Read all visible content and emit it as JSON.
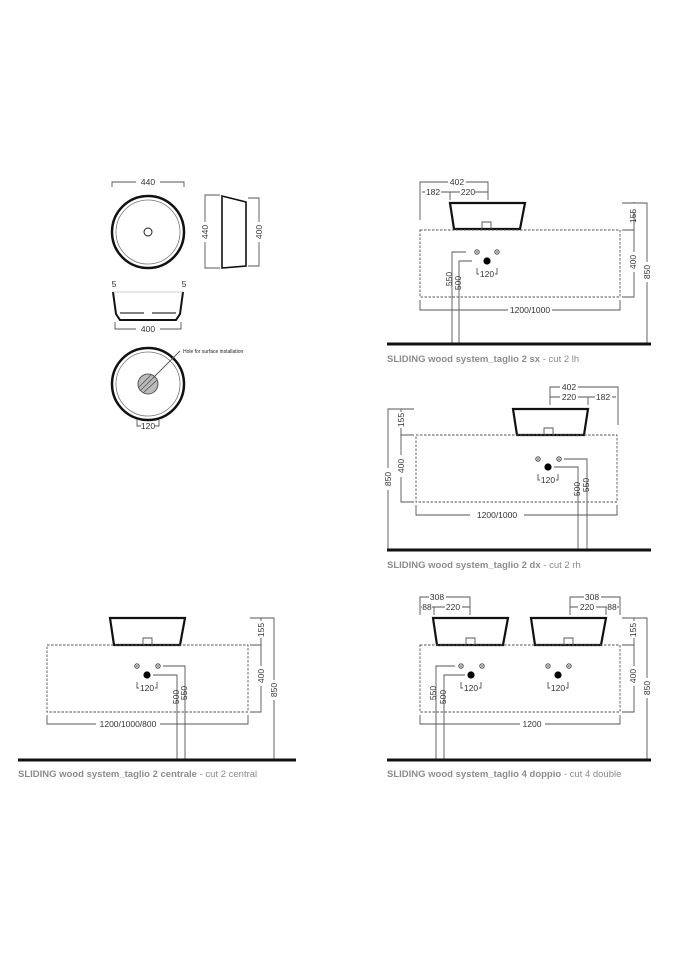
{
  "basin_views": {
    "top_width": "440",
    "side_depth": "440",
    "side_height": "400",
    "edge_left": "5",
    "edge_right": "5",
    "front_width": "400",
    "hole_note": "Hole for surface installation",
    "hole_spacing": "120"
  },
  "panels": [
    {
      "dims": {
        "total": "402",
        "offset": "182",
        "basin": "220",
        "top_gap": "155",
        "cabinet_h": "400",
        "floor_h": "850",
        "h550": "550",
        "h500": "500",
        "holes": "120",
        "width": "1200/1000"
      },
      "caption_bold": "SLIDING wood system_taglio 2 sx",
      "caption_rest": " - cut 2 lh"
    },
    {
      "dims": {
        "total": "402",
        "offset": "182",
        "basin": "220",
        "top_gap": "155",
        "cabinet_h": "400",
        "floor_h": "850",
        "h550": "550",
        "h500": "500",
        "holes": "120",
        "width": "1200/1000"
      },
      "caption_bold": "SLIDING wood system_taglio 2 dx",
      "caption_rest": " - cut 2 rh"
    },
    {
      "dims": {
        "top_gap": "155",
        "cabinet_h": "400",
        "floor_h": "850",
        "h550": "550",
        "h500": "500",
        "holes": "120",
        "width": "1200/1000/800"
      },
      "caption_bold": "SLIDING wood system_taglio 2 centrale",
      "caption_rest": " - cut 2 central"
    },
    {
      "dims": {
        "total": "308",
        "offset": "88",
        "basin": "220",
        "top_gap": "155",
        "cabinet_h": "400",
        "floor_h": "850",
        "h550": "550",
        "h500": "500",
        "holes": "120",
        "width": "1200"
      },
      "caption_bold": "SLIDING wood system_taglio 4 doppio",
      "caption_rest": " - cut 4 double"
    }
  ]
}
